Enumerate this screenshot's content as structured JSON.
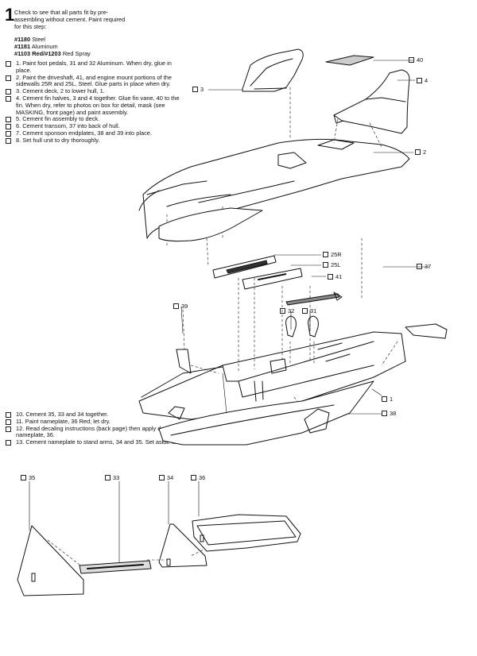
{
  "step": {
    "number": "1",
    "intro_lines": [
      "Check to see that all parts fit by pre-",
      "assembling without cement. Paint required",
      "for this step:"
    ],
    "paints": [
      {
        "code": "#1180",
        "name": "Steel"
      },
      {
        "code": "#1181",
        "name": "Aluminum"
      },
      {
        "code": "#1103 Red/#1203",
        "name": "Red Spray"
      }
    ]
  },
  "instructions": [
    "1.  Paint foot pedals, 31 and 32 Aluminum. When dry, glue in place.",
    "2.  Paint the driveshaft, 41, and engine mount portions of the sidewalls 25R and 25L, Steel. Glue parts in place when dry.",
    "3.  Cement deck, 2 to lower hull, 1.",
    "4.  Cement fin halves, 3 and 4 together. Glue fin vane, 40 to the fin. When dry, refer to photos on box for detail, mask (see MASKING, front page) and paint assembly.",
    "5.  Cement fin assembly to deck.",
    "6.  Cement transom, 37 into back of hull.",
    "7.  Cement sponson endplates, 38 and 39 into place.",
    "8.  Set hull unit to dry thoroughly."
  ],
  "instructions_b": [
    "10.  Cement 35, 33 and 34 together.",
    "11.  Paint nameplate, 36 Red; let dry.",
    "12.  Read decaling instructions (back page) then apply decal to nameplate, 36.",
    "13.  Cement nameplate to stand arms, 34 and 35. Set aside to dry."
  ],
  "part_labels": {
    "p40": "40",
    "p4": "4",
    "p3": "3",
    "p2": "2",
    "p25R": "25R",
    "p25L": "25L",
    "p41": "41",
    "p37": "37",
    "p39": "39",
    "p32": "32",
    "p31": "31",
    "p1": "1",
    "p38": "38",
    "p35": "35",
    "p33": "33",
    "p34": "34",
    "p36": "36"
  }
}
